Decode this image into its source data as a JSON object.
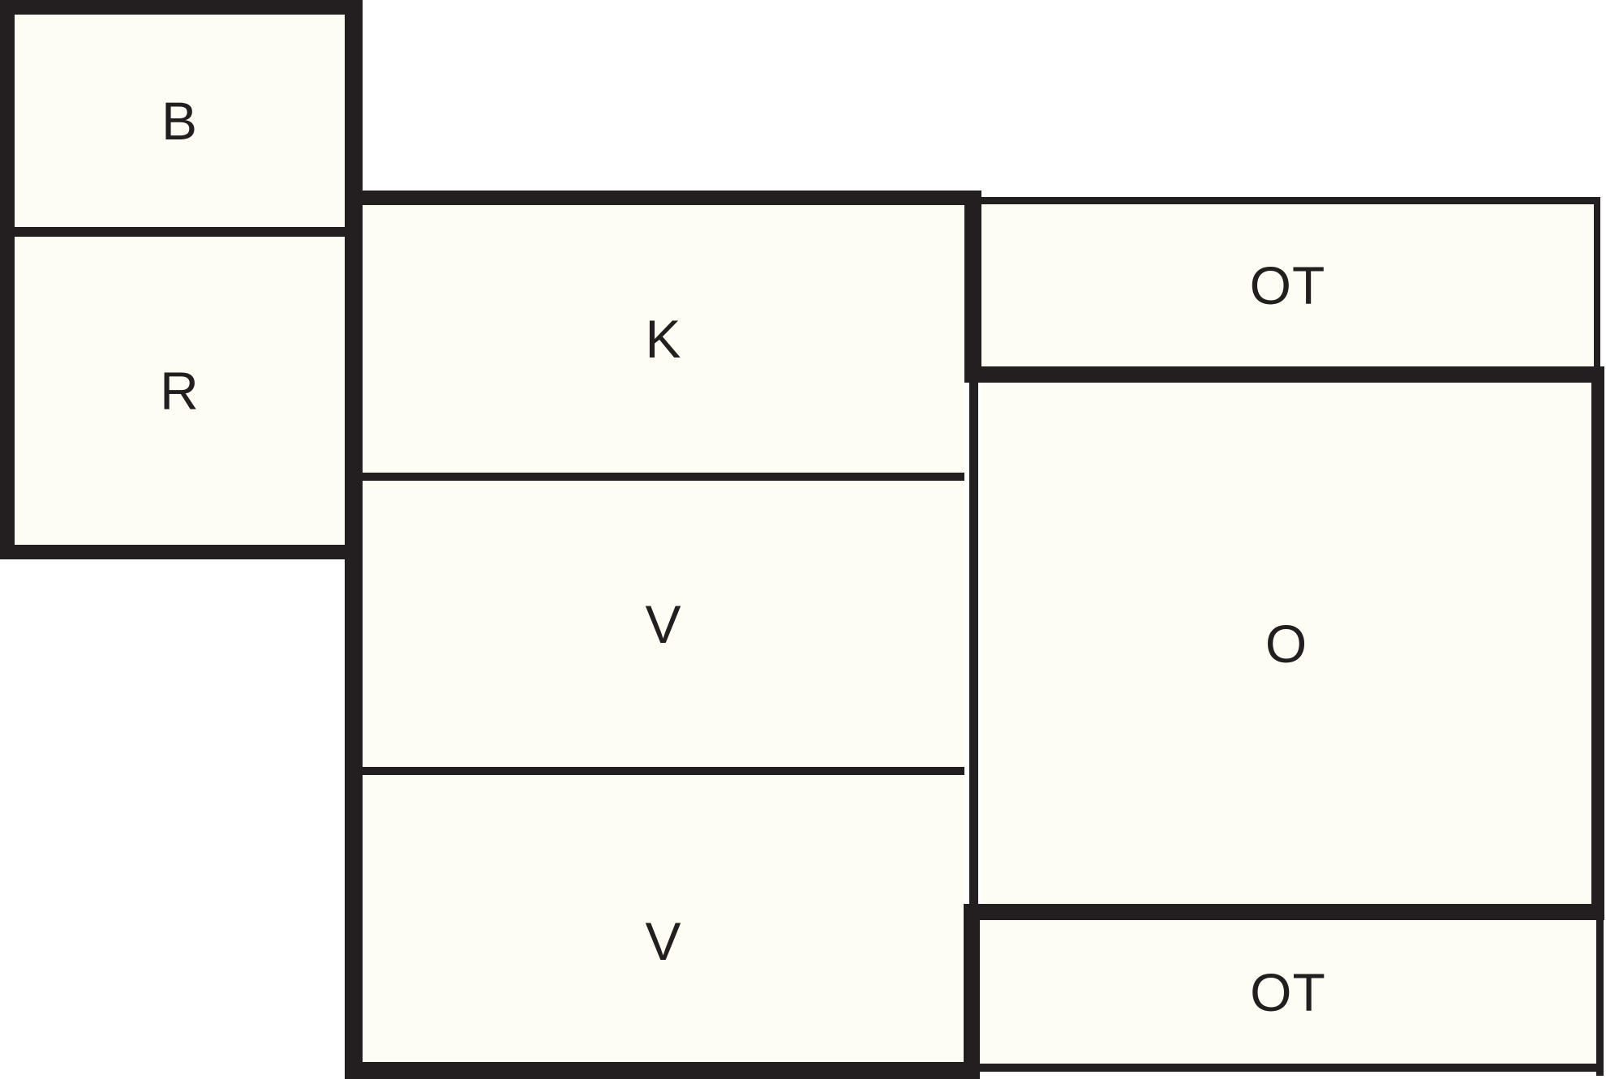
{
  "diagram": {
    "kind": "floor-plan of labeled rectangular rooms",
    "rooms": [
      {
        "id": "B",
        "label": "B"
      },
      {
        "id": "R",
        "label": "R"
      },
      {
        "id": "K",
        "label": "K"
      },
      {
        "id": "V-middle",
        "label": "V"
      },
      {
        "id": "V-bottom",
        "label": "V"
      },
      {
        "id": "OT-top",
        "label": "OT"
      },
      {
        "id": "O",
        "label": "O"
      },
      {
        "id": "OT-bottom",
        "label": "OT"
      }
    ],
    "colors": {
      "wall": "#231F20",
      "room_fill": "#FDFDF4",
      "background": "#FFFFFF",
      "label_text": "#231F20"
    }
  }
}
